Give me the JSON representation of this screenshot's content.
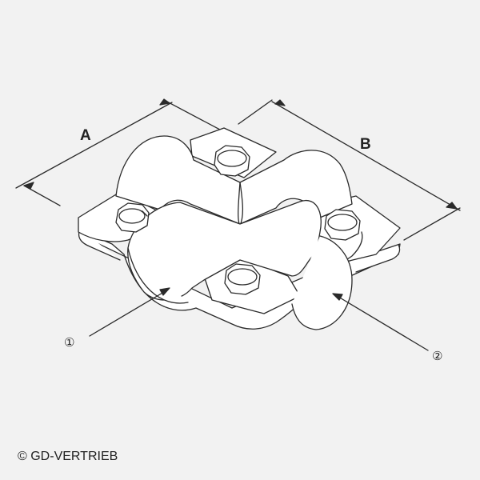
{
  "dimensions": {
    "a_label": "A",
    "b_label": "B"
  },
  "callouts": {
    "one": "①",
    "two": "②"
  },
  "footer": {
    "copyright": "© GD-VERTRIEB"
  },
  "colors": {
    "background": "#f2f2f2",
    "stroke": "#2a2a2a",
    "fill": "#ffffff"
  }
}
